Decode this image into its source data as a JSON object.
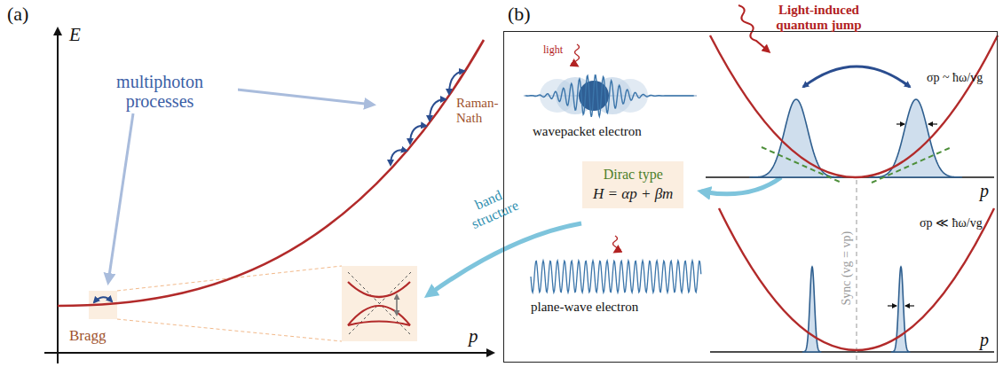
{
  "diagram": {
    "nodes": [
      {
        "text": [
          "(b)"
        ]
      },
      {
        "text": [
          "Dirac type",
          "H = αp + βm"
        ],
        "in": 0
      }
    ],
    "labels": [
      "(a)",
      "E",
      "p",
      "multiphoton processes",
      "Raman-Nath",
      "Bragg",
      "Light-induced quantum jump",
      "light",
      "wavepacket electron",
      "σp ~ ħω/vg",
      "p",
      "band structure",
      "Sync (vg = vp)",
      "plane-wave electron",
      "σp ≪ ħω/vg",
      "p"
    ]
  }
}
